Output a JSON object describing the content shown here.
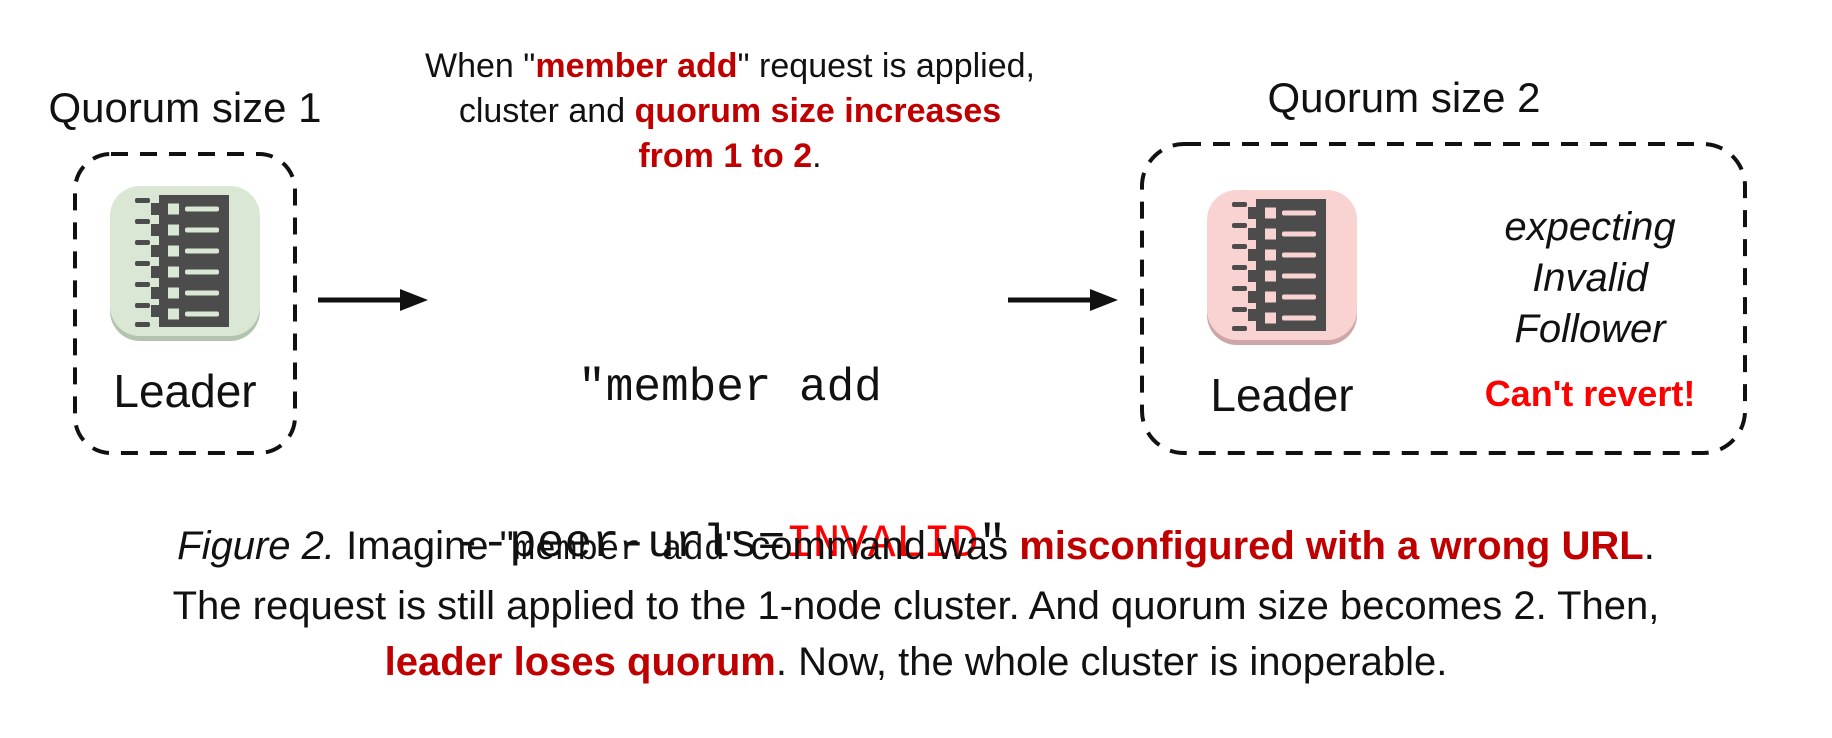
{
  "figure": {
    "left_cluster": {
      "title": "Quorum size 1",
      "node_label": "Leader"
    },
    "right_cluster": {
      "title": "Quorum size 2",
      "node_label": "Leader",
      "expecting": [
        "expecting",
        "Invalid",
        "Follower"
      ],
      "warning": "Can't revert!"
    },
    "note": {
      "line1_prefix": "When \"",
      "line1_red": "member add",
      "line1_suffix": "\" request is applied,",
      "line2_prefix": "cluster and ",
      "line2_red": "quorum size increases",
      "line3_red": "from 1 to 2",
      "line3_suffix": "."
    },
    "command": {
      "line1": "\"member add",
      "line2_prefix": "--peer-urls=",
      "line2_invalid": "INVALID",
      "line2_suffix": "\""
    },
    "caption": {
      "figure_label": "Figure 2.",
      "line1_a": " Imagine \"",
      "line1_mono": "member add",
      "line1_b": "\" command was ",
      "line1_red": "misconfigured with a wrong URL",
      "line1_c": ".",
      "line2": "The request is still applied to the 1-node cluster. And quorum size becomes 2. Then,",
      "line3_red": "leader loses quorum",
      "line3_rest": ". Now, the whole cluster is inoperable."
    },
    "icons": {
      "node": "log-list-icon",
      "arrow": "arrow-right-icon"
    },
    "colors": {
      "emphasis_red": "#c00000",
      "alert_red": "#ff0000",
      "tile_green": "#d9e7d4",
      "tile_green_shadow": "#b4c3b0",
      "tile_pink": "#f8d3d2",
      "tile_pink_shadow": "#cfa6a8",
      "icon_dark": "#4c4c4c",
      "text_black": "#111111"
    }
  }
}
